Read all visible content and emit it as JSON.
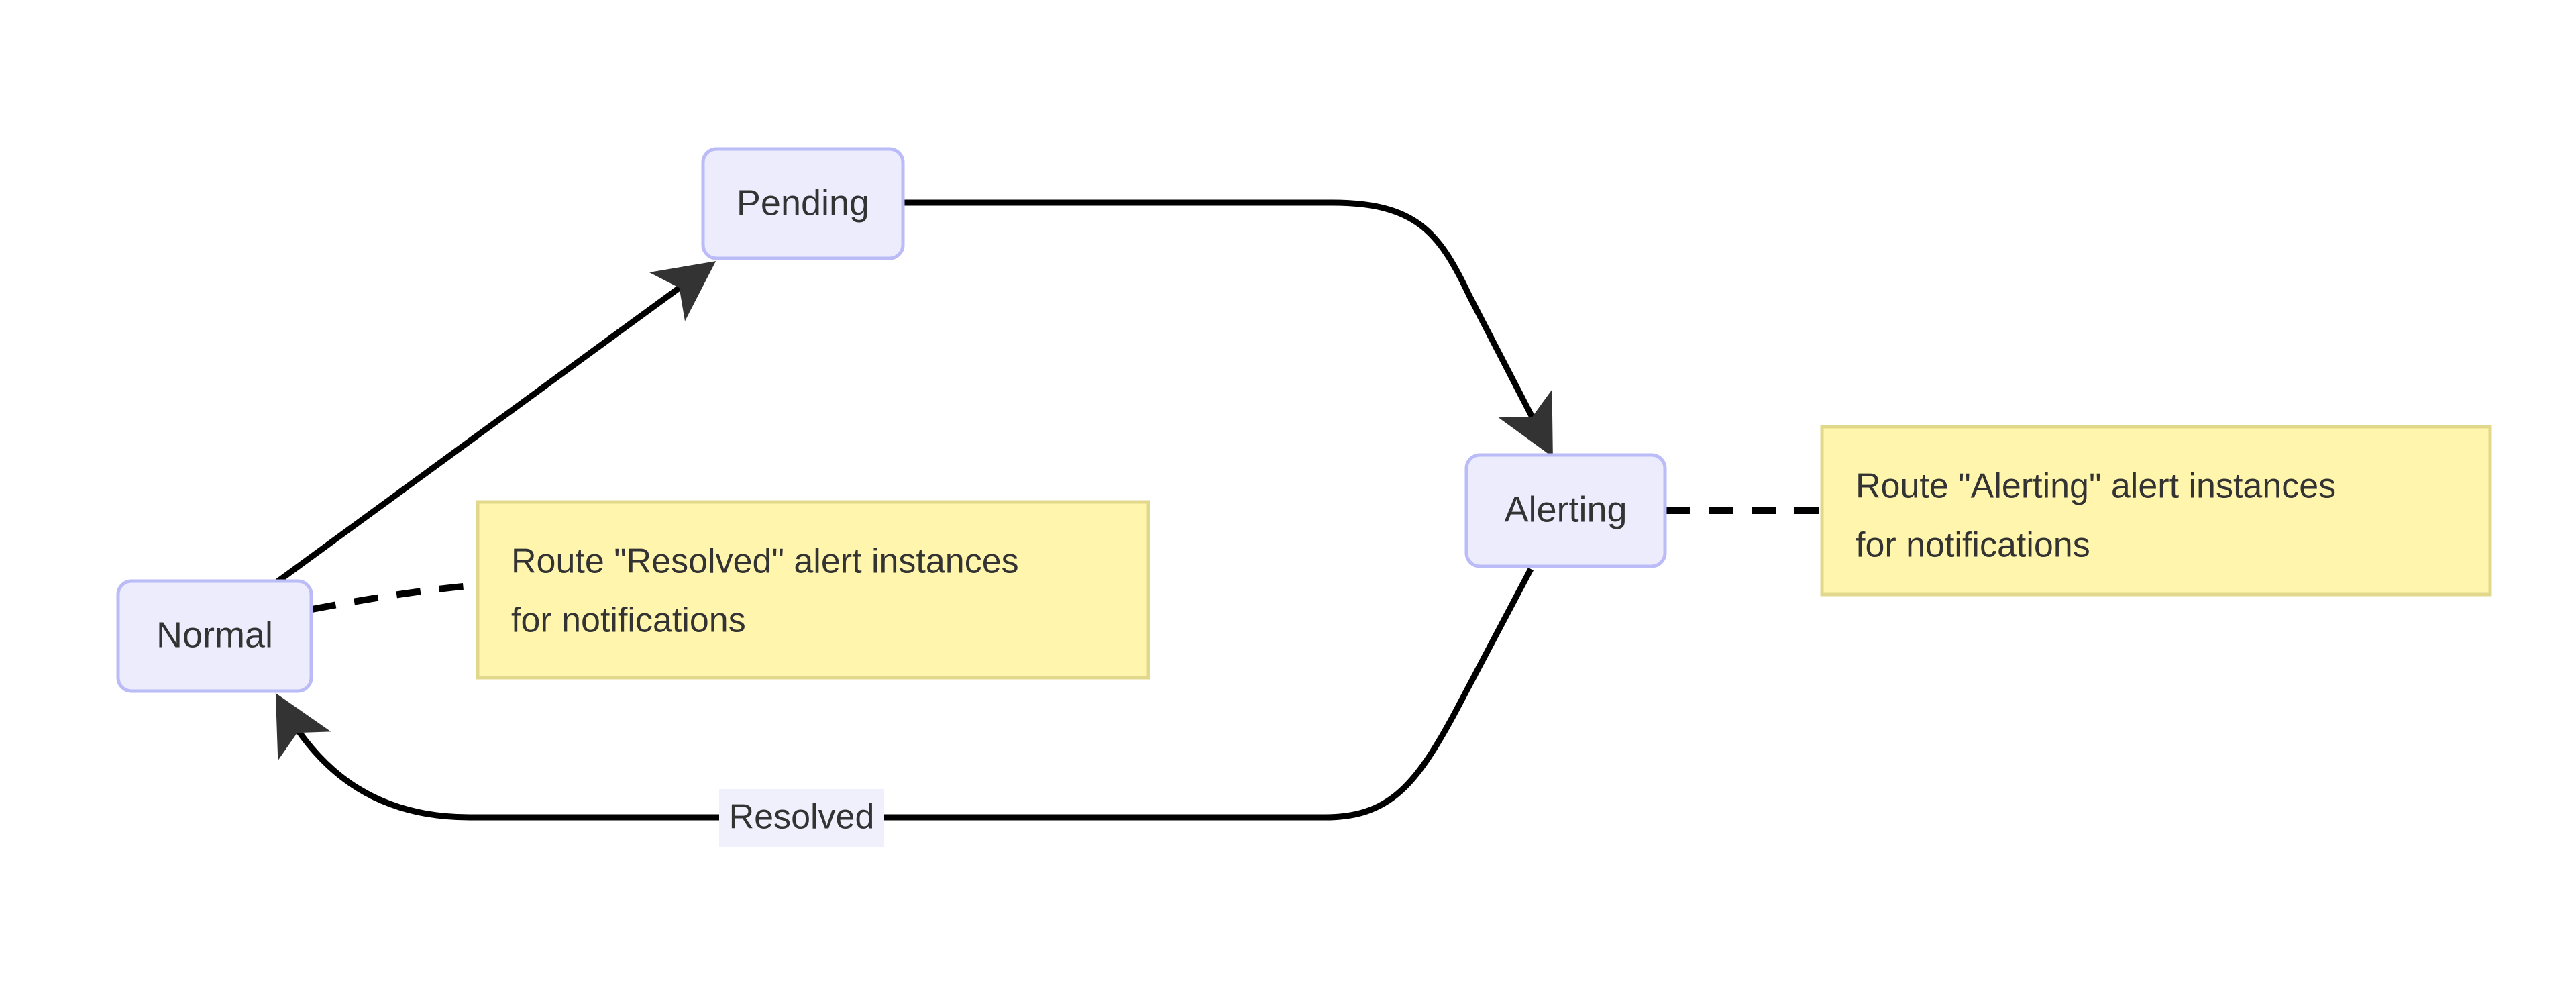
{
  "diagram": {
    "type": "state-flow",
    "background_color": "#ffffff",
    "node_fill": "#ececfd",
    "node_border": "#babbf7",
    "note_fill": "#fff5ad",
    "note_border": "#e1d88c",
    "edge_color": "#000000",
    "text_color": "#333333",
    "nodes": [
      {
        "id": "pending",
        "label": "Pending"
      },
      {
        "id": "normal",
        "label": "Normal"
      },
      {
        "id": "alerting",
        "label": "Alerting"
      }
    ],
    "edges": [
      {
        "id": "normal-to-pending",
        "from": "Normal",
        "to": "Pending",
        "label": "",
        "style": "solid",
        "arrow": true
      },
      {
        "id": "pending-to-alerting",
        "from": "Pending",
        "to": "Alerting",
        "label": "",
        "style": "solid",
        "arrow": true
      },
      {
        "id": "alerting-to-normal",
        "from": "Alerting",
        "to": "Normal",
        "label": "Resolved",
        "style": "solid",
        "arrow": true
      },
      {
        "id": "normal-to-note",
        "from": "Normal",
        "to": "note-resolved",
        "label": "",
        "style": "dashed",
        "arrow": false
      },
      {
        "id": "alerting-to-note",
        "from": "Alerting",
        "to": "note-alerting",
        "label": "",
        "style": "dashed",
        "arrow": false
      }
    ],
    "edge_labels": {
      "resolved": "Resolved"
    },
    "notes": [
      {
        "id": "note-resolved",
        "line1": "Route \"Resolved\" alert instances",
        "line2": "for notifications"
      },
      {
        "id": "note-alerting",
        "line1": "Route \"Alerting\" alert instances",
        "line2": "for notifications"
      }
    ]
  }
}
